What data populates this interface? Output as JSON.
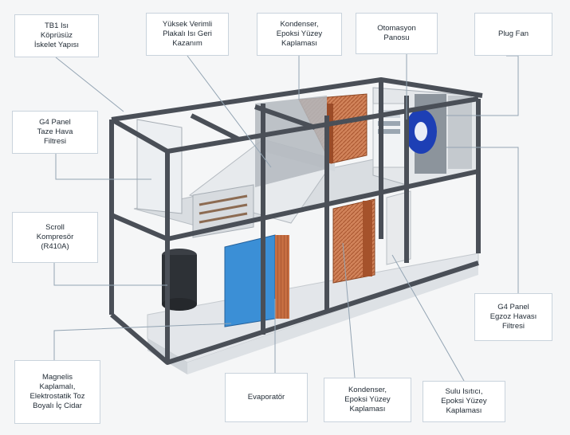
{
  "colors": {
    "frame": "#4a4f57",
    "panel_fill": "#ffffff",
    "panel_border": "#c9d3dc",
    "leader_line": "#93a4b3",
    "evaporator_blue": "#3b8fd6",
    "condenser_copper": "#c0683c",
    "fan_blue": "#1d3fb5",
    "glass": "#dfe3e8"
  },
  "labels": {
    "tb1": "TB1 Isı\nKöprüsüz\nİskelet Yapısı",
    "heat_recovery": "Yüksek Verimli\nPlakalı Isı Geri\nKazanım",
    "condenser_top": "Kondenser,\nEpoksi Yüzey\nKaplaması",
    "automation": "Otomasyon\nPanosu",
    "plug_fan": "Plug Fan",
    "g4_fresh": "G4 Panel\nTaze Hava\nFiltresi",
    "scroll": "Scroll\nKompresör\n(R410A)",
    "g4_exhaust": "G4 Panel\nEgzoz Havası\nFiltresi",
    "magnelis": "Magnelis\nKaplamalı,\nElektrostatik Toz\nBoyalı İç Cidar",
    "evaporator": "Evaporatör",
    "condenser_bottom": "Kondenser,\nEpoksi Yüzey\nKaplaması",
    "water_heater": "Sulu Isıtıcı,\nEpoksi Yüzey\nKaplaması"
  },
  "icons": [
    "plug-fan-icon",
    "compressor-icon",
    "filter-icon",
    "coil-icon",
    "control-panel-icon"
  ]
}
